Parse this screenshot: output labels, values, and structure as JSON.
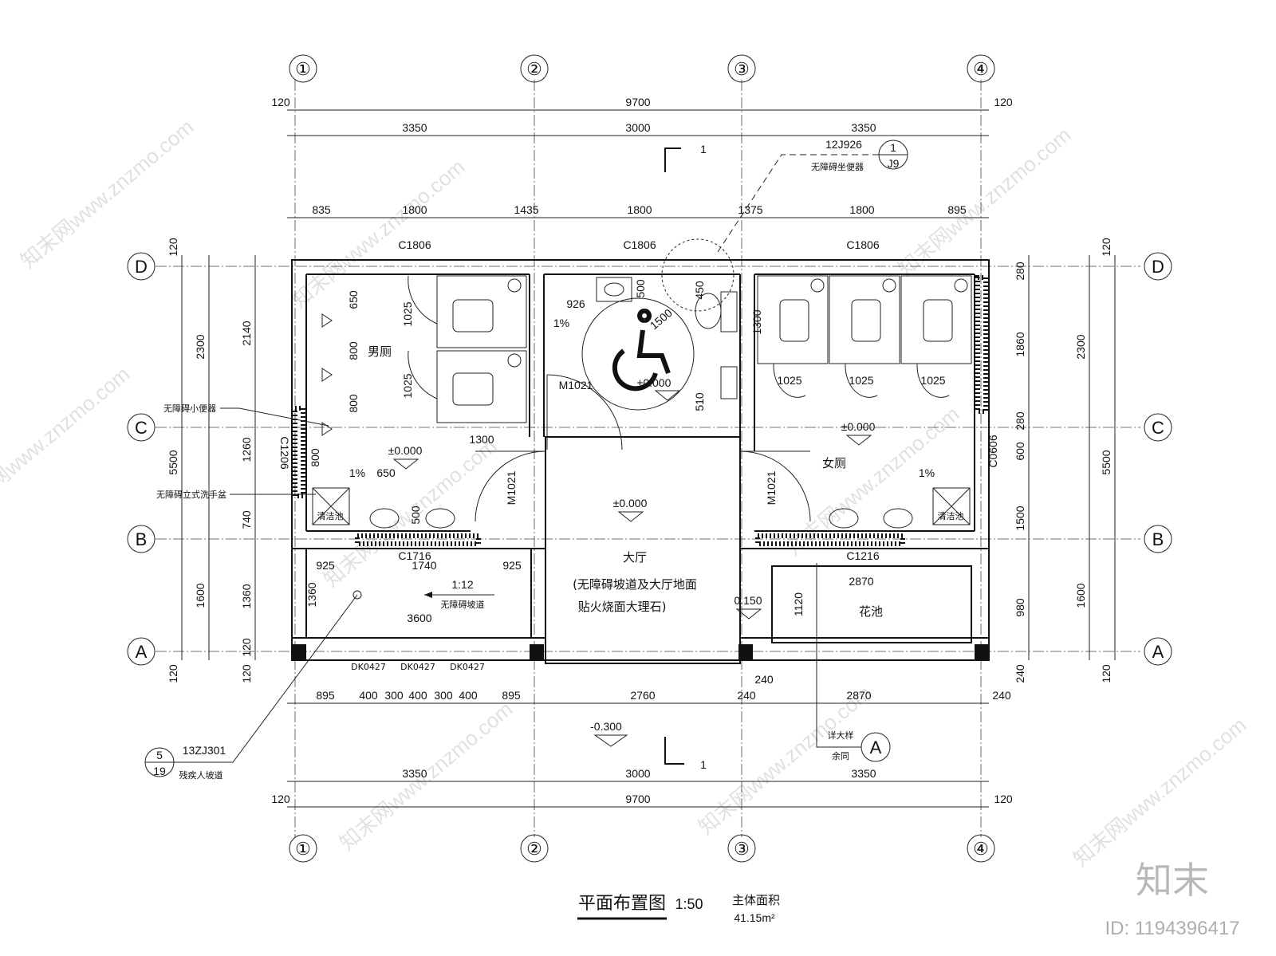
{
  "axes": {
    "cols": [
      "①",
      "②",
      "③",
      "④"
    ],
    "rows": [
      "D",
      "C",
      "B",
      "A"
    ]
  },
  "dims": {
    "top_total": "9700",
    "top_ends": [
      "120",
      "120"
    ],
    "top_bays": [
      "3350",
      "3000",
      "3350"
    ],
    "window_row": [
      "835",
      "1800",
      "1435",
      "1800",
      "1375",
      "1800",
      "895"
    ],
    "bottom_small": [
      "895",
      "400",
      "300",
      "400",
      "300",
      "400",
      "895",
      "2760",
      "240",
      "240",
      "2870",
      "240"
    ],
    "bottom_bays": [
      "3350",
      "3000",
      "3350"
    ],
    "bottom_total": "9700",
    "bottom_ends": [
      "120",
      "120"
    ],
    "left_outer": [
      "120",
      "2300",
      "5500",
      "1600",
      "120"
    ],
    "left_inner": [
      "2140",
      "1260",
      "740",
      "1360",
      "120",
      "120"
    ],
    "left_stalls": [
      "650",
      "800",
      "800",
      "800"
    ],
    "right_inner": [
      "280",
      "1860",
      "280",
      "600",
      "1500",
      "980",
      "240"
    ],
    "right_outer": [
      "120",
      "2300",
      "5500",
      "1600",
      "120"
    ],
    "men_interior": [
      "1025",
      "1025",
      "1300",
      "650",
      "500",
      "1300",
      "925",
      "1740",
      "925",
      "3600",
      "1360",
      "500",
      "450",
      "510",
      "2870",
      "1120",
      "926",
      "1025",
      "1025",
      "1025"
    ],
    "barrier_radius": "1500"
  },
  "windows": {
    "top": [
      "C1806",
      "C1806",
      "C1806"
    ],
    "left": "C1206",
    "right": "C0606",
    "men_bottom": "C1716",
    "women_bottom": "C1216"
  },
  "doors": [
    "M1021",
    "M1021",
    "M1021",
    "DK0427",
    "DK0427",
    "DK0427"
  ],
  "rooms": {
    "men": "男厕",
    "women": "女厕",
    "hall_title": "大厅",
    "hall_note_1": "(无障碍坡道及大厅地面",
    "hall_note_2": "贴火烧面大理石)",
    "planter": "花池",
    "clean_pool": "清洁池"
  },
  "levels": {
    "men": "±0.000",
    "hall": "±0.000",
    "women": "±0.000",
    "accessible": "±0.000",
    "outside": "-0.300",
    "step": "0.150"
  },
  "slopes": {
    "floor": "1%",
    "ramp": "1:12"
  },
  "ramp_label": "无障碍坡道",
  "callouts": {
    "urinal": "无障碍小便器",
    "basin": "无障碍立式洗手盆",
    "toilet_code": "12J926",
    "toilet_num": "1",
    "toilet_sheet": "J9",
    "toilet_label": "无障碍坐便器",
    "ramp_code": "13ZJ301",
    "ramp_num": "5",
    "ramp_sheet": "19",
    "ramp_label": "残疾人坡道",
    "detail_1": "详大样",
    "detail_2": "余同",
    "detail_mark": "A"
  },
  "section": {
    "top": "1",
    "bottom": "1"
  },
  "title": {
    "name": "平面布置图",
    "scale": "1:50",
    "area_label": "主体面积",
    "area_value": "41.15m²"
  },
  "watermark": {
    "text": "知末网www.znzmo.com",
    "brand": "知末",
    "id": "ID: 1194396417"
  }
}
